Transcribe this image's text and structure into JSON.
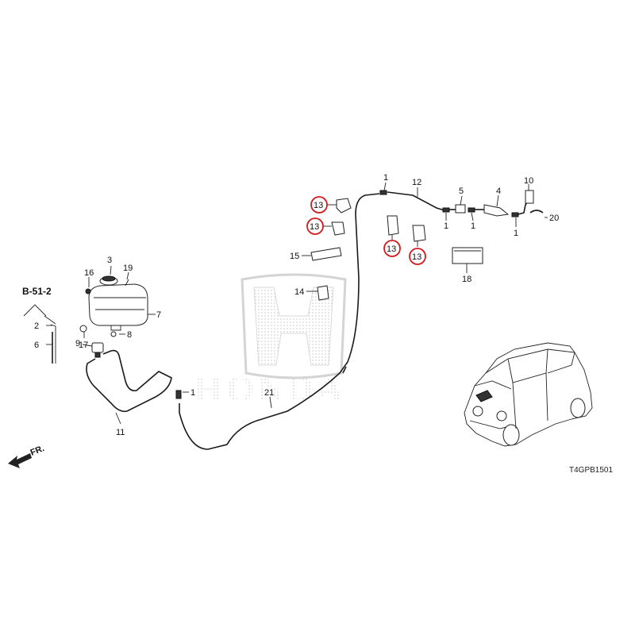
{
  "reference": {
    "label": "B-51-2"
  },
  "front_marker": {
    "label": "FR."
  },
  "diagram_code": "T4GPB1501",
  "watermark": {
    "brand": "HONDA"
  },
  "callouts": {
    "c1a": "1",
    "c1b": "1",
    "c1c": "1",
    "c1d": "1",
    "c1e": "1",
    "c2": "2",
    "c3": "3",
    "c4": "4",
    "c5": "5",
    "c6": "6",
    "c7": "7",
    "c8": "8",
    "c9": "9",
    "c10": "10",
    "c11": "11",
    "c12": "12",
    "c13a": "13",
    "c13b": "13",
    "c13c": "13",
    "c13d": "13",
    "c14": "14",
    "c15": "15",
    "c16": "16",
    "c17": "17",
    "c18": "18",
    "c19": "19",
    "c20": "20",
    "c21": "21"
  },
  "highlight_color": "#d21a1a",
  "highlighted_part": "13"
}
